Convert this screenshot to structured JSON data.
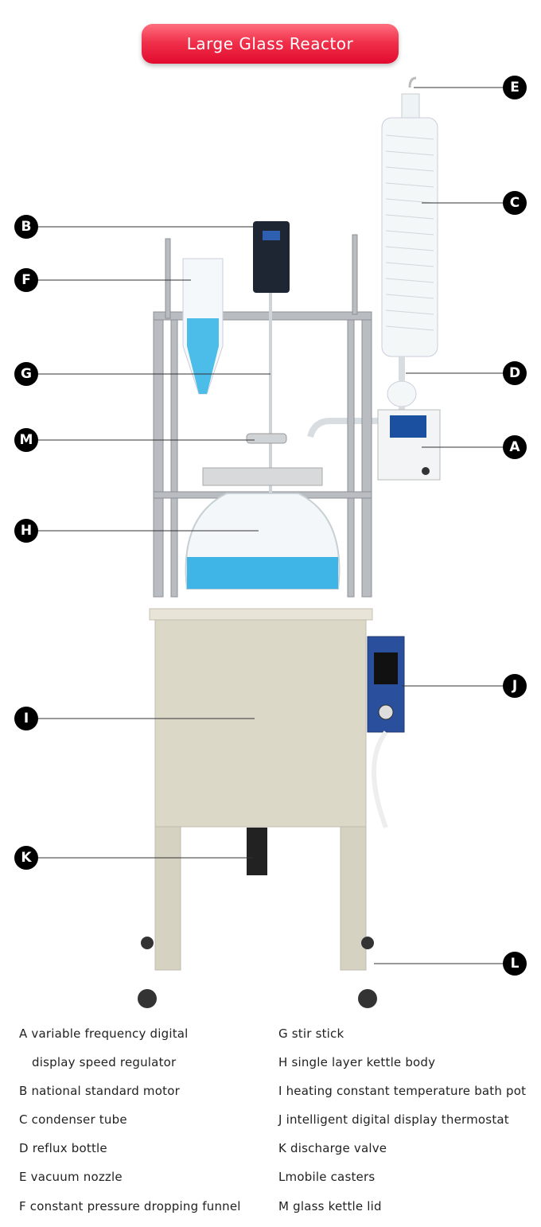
{
  "title": "Large Glass Reactor",
  "callouts": {
    "A": "A",
    "B": "B",
    "C": "C",
    "D": "D",
    "E": "E",
    "F": "F",
    "G": "G",
    "H": "H",
    "I": "I",
    "J": "J",
    "K": "K",
    "L": "L",
    "M": "M"
  },
  "legend": {
    "left": [
      "A variable frequency digital",
      "display speed regulator",
      "B national standard motor",
      "C condenser tube",
      "D reflux bottle",
      "E vacuum nozzle",
      "F constant pressure dropping funnel"
    ],
    "right": [
      "G stir stick",
      "H single layer kettle body",
      "I heating constant temperature bath pot",
      "J intelligent digital display thermostat",
      "K discharge valve",
      "Lmobile casters",
      "M glass kettle lid"
    ]
  },
  "colors": {
    "title_bg": "#e8173a",
    "liquid": "#3fb4e6",
    "cabinet": "#dcd8c8"
  }
}
